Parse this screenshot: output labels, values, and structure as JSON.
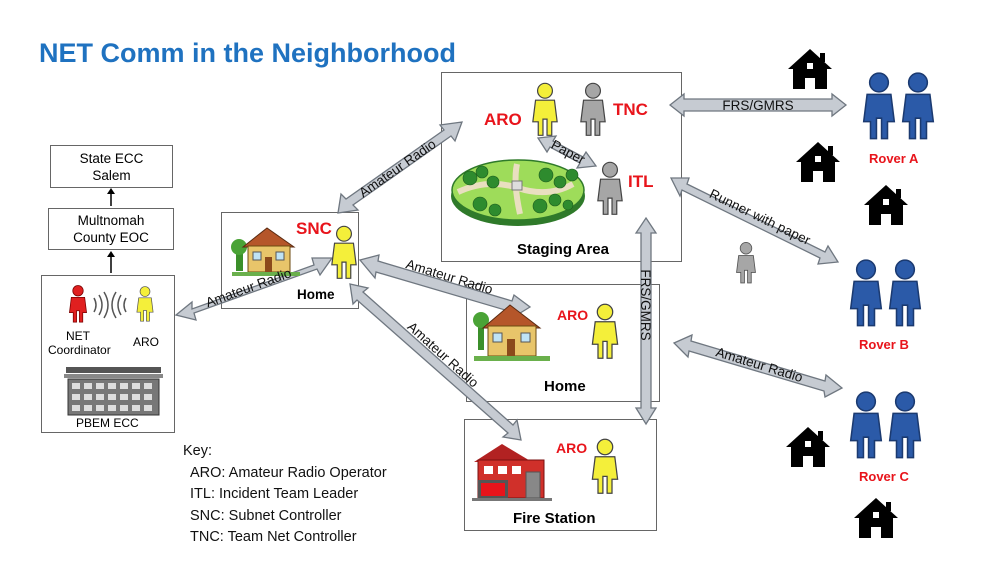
{
  "title": "NET Comm in the Neighborhood",
  "state_ecc": {
    "line1": "State ECC",
    "line2": "Salem"
  },
  "county_eoc": {
    "line1": "Multnomah",
    "line2": "County EOC"
  },
  "pbem": {
    "coordinator_line1": "NET",
    "coordinator_line2": "Coordinator",
    "aro": "ARO",
    "building": "PBEM ECC"
  },
  "snc_home": {
    "role": "SNC",
    "caption": "Home"
  },
  "staging": {
    "aro": "ARO",
    "tnc": "TNC",
    "itl": "ITL",
    "caption": "Staging Area"
  },
  "home2": {
    "aro": "ARO",
    "caption": "Home"
  },
  "fire": {
    "aro": "ARO",
    "caption": "Fire Station"
  },
  "links": {
    "pbem_snc": "Amateur Radio",
    "snc_staging": "Amateur Radio",
    "paper": "Paper",
    "snc_home2": "Amateur Radio",
    "snc_fire": "Amateur Radio",
    "frs_vertical": "FRS/GMRS",
    "tnc_rover_a": "FRS/GMRS",
    "itl_rover_b": "Runner with paper",
    "home2_rover_c": "Amateur Radio"
  },
  "rovers": {
    "a": "Rover A",
    "b": "Rover B",
    "c": "Rover C"
  },
  "key": {
    "heading": "Key:",
    "aro": "ARO: Amateur Radio Operator",
    "itl": "ITL:  Incident Team Leader",
    "snc": "SNC: Subnet Controller",
    "tnc": "TNC: Team Net Controller"
  },
  "colors": {
    "title": "#1f72c0",
    "role_red": "#e8141b",
    "rover_blue": "#2b5aa8",
    "aro_yellow": "#f4ef3a",
    "arrow_fill": "#c6cbd2"
  }
}
